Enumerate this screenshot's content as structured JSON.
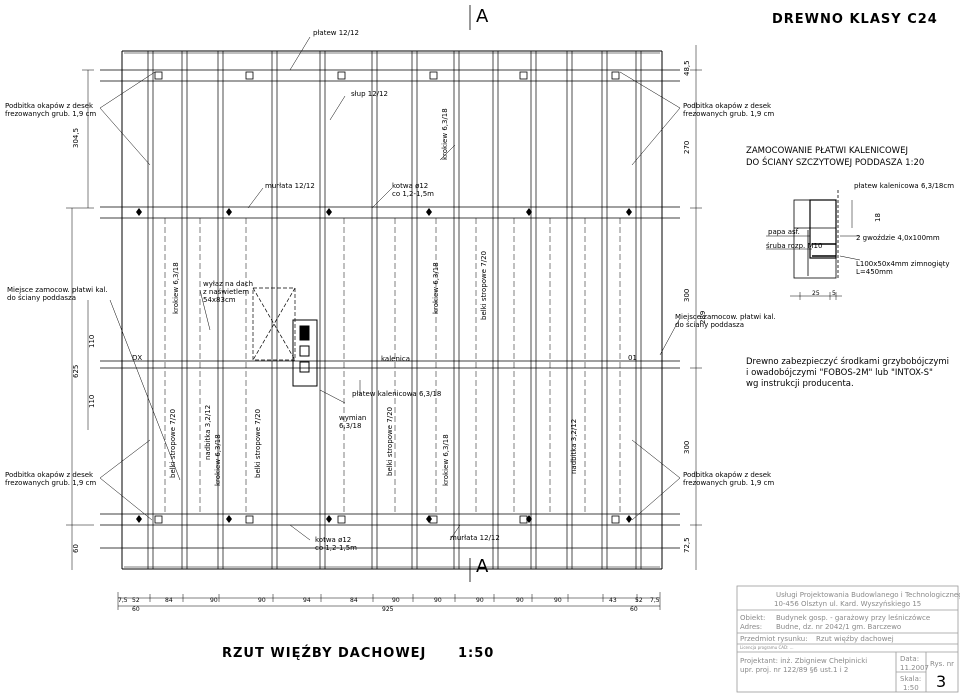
{
  "section_marker": "A",
  "wood_class": "DREWNO KLASY C24",
  "plan_title": "RZUT WIĘŹBY DACHOWEJ",
  "plan_scale": "1:50",
  "labels": {
    "platew_top": "płatew 12/12",
    "slup": "słup 12/12",
    "krokiew_top": "krokiew 6,3/18",
    "murlata_top": "murłata 12/12",
    "kotwa_top": "kotwa ø12",
    "kotwa_top2": "co 1,2-1,5m",
    "podbitka": "Podbitka okapów z desek",
    "podbitka2": "frezowanych grub. 1,9 cm",
    "miejsce_left": "Miejsce zamocow. płatwi kal.",
    "miejsce_left2": "do ściany poddasza",
    "miejsce_right": "Miejsce zamocow. płatwi kal.",
    "miejsce_right2": "do ściany poddasza",
    "wylaz": "wyłaz na dach",
    "wylaz2": "z naświetlem",
    "wylaz3": "54x83cm",
    "kalenica": "kalenica",
    "platew_kal": "płatew kalenicowa 6,3/18",
    "wymian": "wymian",
    "wymian2": "6,3/18",
    "kotwa_bottom": "kotwa ø12",
    "kotwa_bottom2": "co 1,2-1,5m",
    "murlata_bottom": "murłata 12/12",
    "dx": "DX",
    "o1": "01",
    "belki_1": "belki stropowe 7/20",
    "nadbitka_1": "nadbitka 3,2/12",
    "krokiew_1": "krokiew 6,3/18",
    "belki_2": "belki stropowe 7/20",
    "belki_3": "belki stropowe 7/20",
    "krokiew_2": "krokiew 6,3/18",
    "nadbitka_2": "nadbitka 3,2/12",
    "krokiew_u1": "krokiew 6,3/18",
    "krokiew_u2": "krokiew 6,3/18",
    "belki_u": "belki stropowe 7/20"
  },
  "detail": {
    "title1": "ZAMOCOWANIE PŁATWI KALENICOWEJ",
    "title2": "DO ŚCIANY SZCZYTOWEJ PODDASZA 1:20",
    "platew": "płatew kalenicowa 6,3/18cm",
    "papa": "papa asf.",
    "sruba": "śruba rozp. M10",
    "gwozdzie": "2 gwoździe 4,0x100mm",
    "katownik1": "L100x50x4mm zimnogięty",
    "katownik2": "L=450mm",
    "dim18": "18",
    "dim25": "25",
    "dim5": "5"
  },
  "note": {
    "line1": "Drewno zabezpieczyć środkami grzybobójczymi",
    "line2": "i owadobójczymi \"FOBOS-2M\" lub \"INTOX-S\"",
    "line3": "wg instrukcji producenta."
  },
  "dims_left": {
    "d1": "304,5",
    "d2": "625",
    "d3": "110",
    "d4": "110",
    "d5": "60"
  },
  "dims_right": {
    "d1": "48,5",
    "d2": "270",
    "d3": "300",
    "d4": "289",
    "d5": "300",
    "d6": "72,5"
  },
  "dims_bottom": {
    "segments": [
      "7,5",
      "52",
      "84",
      "90",
      "90",
      "94",
      "84",
      "90",
      "90",
      "90",
      "90",
      "90",
      "43",
      "52",
      "7,5"
    ],
    "sixty_left": "60",
    "total": "925",
    "sixty_right": "60"
  },
  "title_block": {
    "company1": "Usługi Projektowania Budowlanego i Technologicznego",
    "company2": "10-456 Olsztyn ul. Kard. Wyszyńskiego 15",
    "obiekt_label": "Obiekt:",
    "obiekt_value": "Budynek gosp. - garażowy przy leśniczówce",
    "adres_label": "Adres:",
    "adres_value": "Budne, dz. nr 2042/1 gm. Barczewo",
    "przedmiot_label": "Przedmiot rysunku:",
    "przedmiot_value": "Rzut więźby dachowej",
    "licence": "Licencja programu CAD: ...",
    "projektant_label": "Projektant: inż. Zbigniew Chełpinicki",
    "projektant_value": "upr. proj. nr 122/89 §6 ust.1 i 2",
    "data_label": "Data:",
    "data_value": "11.2007",
    "skala_label": "Skala:",
    "skala_value": "1:50",
    "rys_label": "Rys. nr",
    "rys_value": "3"
  }
}
